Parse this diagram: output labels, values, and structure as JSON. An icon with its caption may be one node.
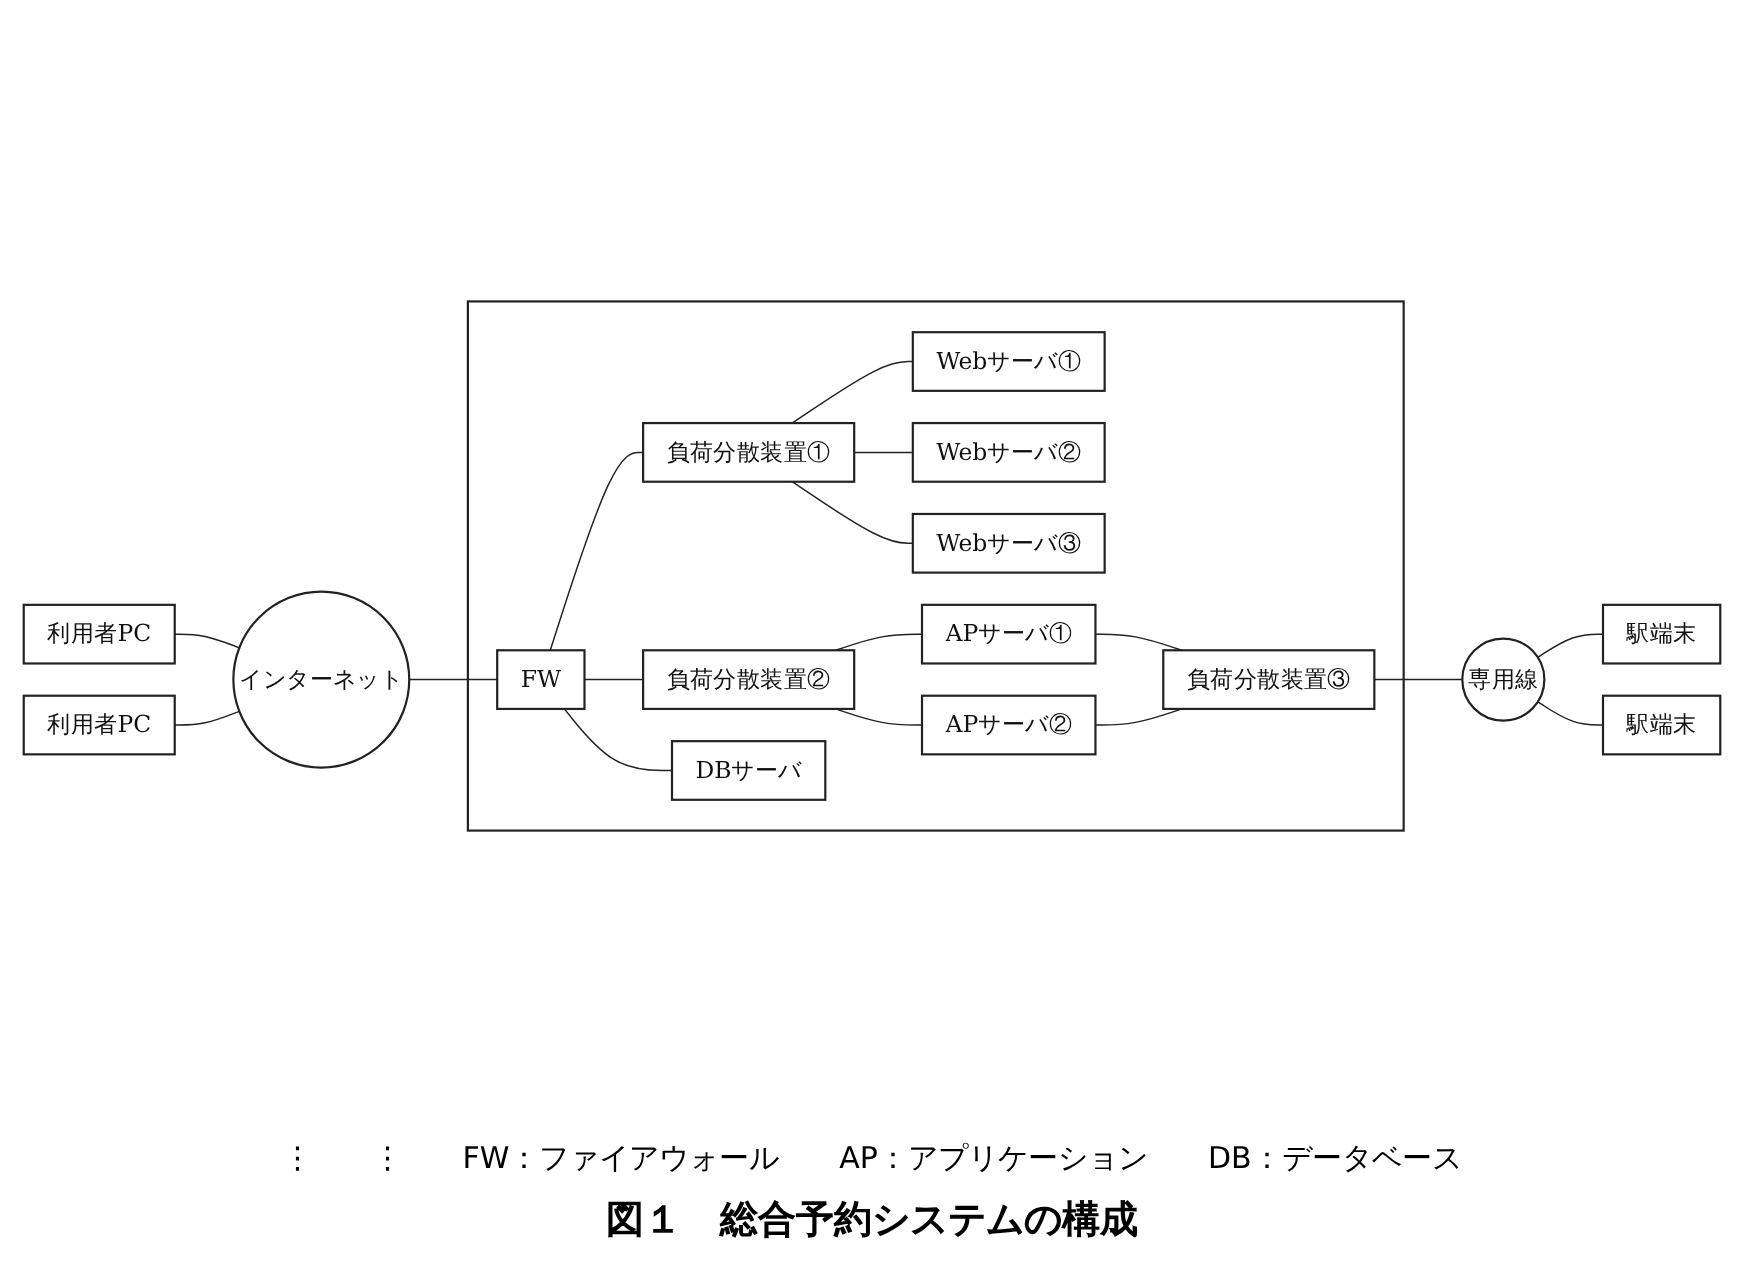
{
  "diagram": {
    "caption": "図１　総合予約システムの構成",
    "nodes": [
      {
        "text": [
          "利用者PC"
        ]
      },
      {
        "text": [
          "利用者PC"
        ]
      },
      {
        "text": [
          "インターネット"
        ]
      },
      {
        "text": [],
        "shape": "box"
      },
      {
        "text": [
          "FW"
        ],
        "in": 3
      },
      {
        "text": [
          "負荷分散装置①"
        ],
        "in": 3
      },
      {
        "text": [
          "Webサーバ①"
        ],
        "in": 3
      },
      {
        "text": [
          "Webサーバ②"
        ],
        "in": 3
      },
      {
        "text": [
          "Webサーバ③"
        ],
        "in": 3
      },
      {
        "text": [
          "負荷分散装置②"
        ],
        "in": 3
      },
      {
        "text": [
          "APサーバ①"
        ],
        "in": 3
      },
      {
        "text": [
          "APサーバ②"
        ],
        "in": 3
      },
      {
        "text": [
          "負荷分散装置③"
        ],
        "in": 3
      },
      {
        "text": [
          "DBサーバ"
        ],
        "in": 3
      },
      {
        "text": [
          "専用線"
        ]
      },
      {
        "text": [
          "駅端末"
        ]
      },
      {
        "text": [
          "駅端末"
        ]
      }
    ],
    "edges": [
      {
        "from": 0,
        "to": 2,
        "arrow": "none"
      },
      {
        "from": 1,
        "to": 2,
        "arrow": "none"
      },
      {
        "from": 2,
        "to": 4,
        "arrow": "none"
      },
      {
        "from": 4,
        "to": 5,
        "arrow": "none"
      },
      {
        "from": 4,
        "to": 9,
        "arrow": "none"
      },
      {
        "from": 4,
        "to": 13,
        "arrow": "none"
      },
      {
        "from": 5,
        "to": 6,
        "arrow": "none"
      },
      {
        "from": 5,
        "to": 7,
        "arrow": "none"
      },
      {
        "from": 5,
        "to": 8,
        "arrow": "none"
      },
      {
        "from": 9,
        "to": 10,
        "arrow": "none"
      },
      {
        "from": 9,
        "to": 11,
        "arrow": "none"
      },
      {
        "from": 10,
        "to": 12,
        "arrow": "none"
      },
      {
        "from": 11,
        "to": 12,
        "arrow": "none"
      },
      {
        "from": 12,
        "to": 14,
        "arrow": "none"
      },
      {
        "from": 14,
        "to": 15,
        "arrow": "none"
      },
      {
        "from": 14,
        "to": 16,
        "arrow": "none"
      }
    ],
    "labels": [
      "⋮",
      "⋮",
      "FW：ファイアウォール",
      "AP：アプリケーション",
      "DB：データベース"
    ]
  }
}
